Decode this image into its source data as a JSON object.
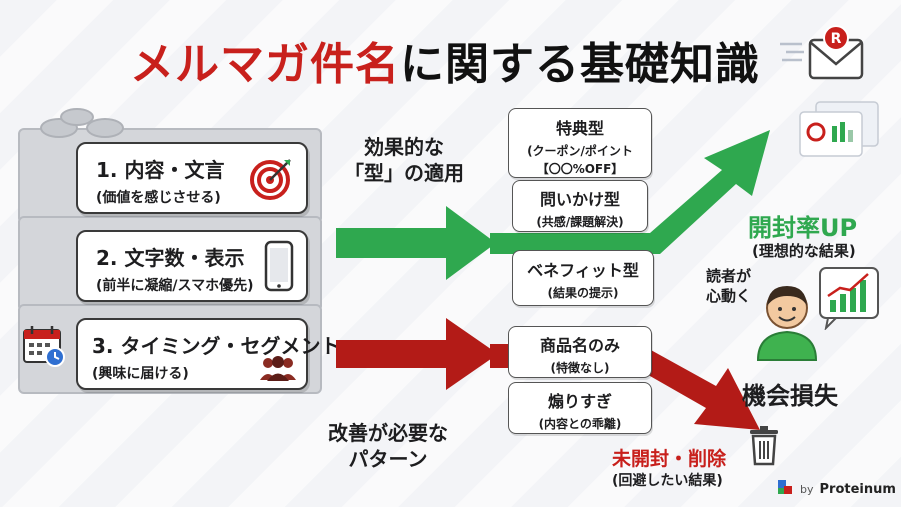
{
  "title": {
    "part1": "メルマガ件名",
    "part2": "に関する基礎知識"
  },
  "factors": [
    {
      "title": "1. 内容・文言",
      "sub": "(価値を感じさせる)",
      "icon": "target-icon"
    },
    {
      "title": "2. 文字数・表示",
      "sub": "(前半に凝縮/スマホ優先)",
      "icon": "smartphone-icon"
    },
    {
      "title": "3. タイミング・セグメント",
      "sub": "(興味に届ける)",
      "icon": "users-icon"
    }
  ],
  "good_path": {
    "label_line1": "効果的な",
    "label_line2": "「型」の適用",
    "types": [
      {
        "title": "特典型",
        "sub": "(クーポン/ポイント",
        "sub2": "【〇〇%OFF】"
      },
      {
        "title": "問いかけ型",
        "sub": "(共感/課題解決)"
      },
      {
        "title": "ベネフィット型",
        "sub": "(結果の提示)"
      }
    ],
    "result_title": "開封率UP",
    "result_sub": "(理想的な結果)",
    "reader_line1": "読者が",
    "reader_line2": "心動く"
  },
  "bad_path": {
    "label_line1": "改善が必要な",
    "label_line2": "パターン",
    "types": [
      {
        "title": "商品名のみ",
        "sub": "(特徴なし)"
      },
      {
        "title": "煽りすぎ",
        "sub": "(内容との乖離)"
      }
    ],
    "loss": "機会損失",
    "result_title": "未開封・削除",
    "result_sub": "(回避したい結果)"
  },
  "brand": {
    "prefix": "by",
    "name": "Proteinum"
  },
  "colors": {
    "red": "#c8201c",
    "green": "#2fa84f",
    "dark_red": "#b31b17"
  }
}
